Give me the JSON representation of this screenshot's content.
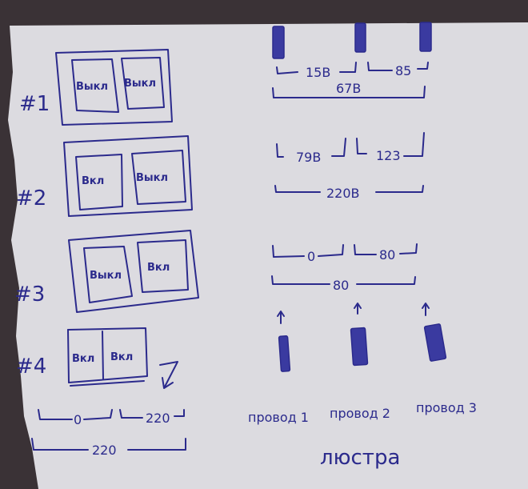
{
  "switches": [
    {
      "label": "#1",
      "left": "Выкл",
      "right": "Выкл"
    },
    {
      "label": "#2",
      "left": "Вкл",
      "right": "Выкл"
    },
    {
      "label": "#3",
      "left": "Выкл",
      "right": "Вкл"
    },
    {
      "label": "#4",
      "left": "Вкл",
      "right": "Вкл"
    }
  ],
  "switch4_dims": {
    "left": "0",
    "right": "220",
    "total": "220"
  },
  "wire_dims": [
    {
      "left": "15B",
      "right": "85",
      "total": "67B"
    },
    {
      "left": "79B",
      "right": "123",
      "total": "220B"
    },
    {
      "left": "0",
      "right": "80",
      "total": "80"
    }
  ],
  "wires": [
    "провод 1",
    "провод 2",
    "провод 3"
  ],
  "chandelier": "люстра",
  "colors": {
    "ink": "#2b2a8c",
    "paper": "#dcdbe0",
    "background": "#3a3236"
  }
}
